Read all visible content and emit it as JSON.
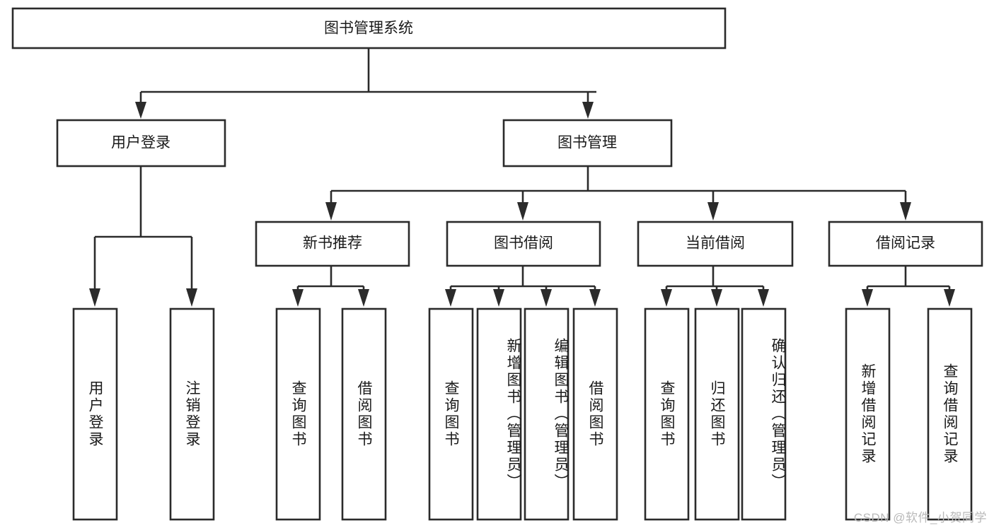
{
  "diagram": {
    "type": "tree-hierarchy",
    "title": "图书管理系统",
    "colors": {
      "box_stroke": "#2b2b2b",
      "box_fill": "#ffffff",
      "connector": "#2b2b2b",
      "text": "#1a1a1a",
      "watermark": "#b9b9b9",
      "background": "#ffffff"
    },
    "root": {
      "label": "图书管理系统"
    },
    "level2": [
      {
        "label": "用户登录"
      },
      {
        "label": "图书管理"
      }
    ],
    "level3": [
      {
        "label": "新书推荐"
      },
      {
        "label": "图书借阅"
      },
      {
        "label": "当前借阅"
      },
      {
        "label": "借阅记录"
      }
    ],
    "leaves": {
      "user_login": [
        {
          "label": "用户登录"
        },
        {
          "label": "注销登录"
        }
      ],
      "new_book_recommend": [
        {
          "label": "查询图书"
        },
        {
          "label": "借阅图书"
        }
      ],
      "book_borrow": [
        {
          "label": "查询图书"
        },
        {
          "label": "新增图书（管理员）"
        },
        {
          "label": "编辑图书（管理员）"
        },
        {
          "label": "借阅图书"
        }
      ],
      "current_borrow": [
        {
          "label": "查询图书"
        },
        {
          "label": "归还图书"
        },
        {
          "label": "确认归还（管理员）"
        }
      ],
      "borrow_record": [
        {
          "label": "新增借阅记录"
        },
        {
          "label": "查询借阅记录"
        }
      ]
    }
  },
  "watermark": {
    "text": "CSDN @软件_小贺同学"
  }
}
